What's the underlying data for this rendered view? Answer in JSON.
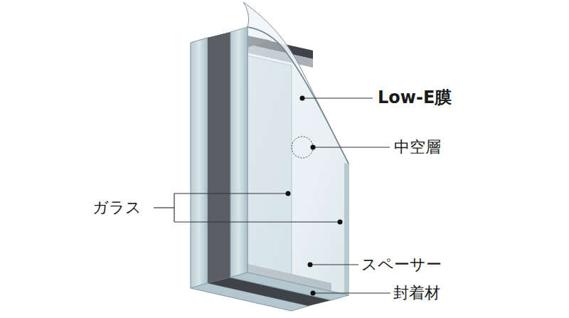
{
  "diagram": {
    "labels": [
      "Low-E膜",
      "中空層",
      "ガラス",
      "スペーサー",
      "封着材"
    ]
  }
}
